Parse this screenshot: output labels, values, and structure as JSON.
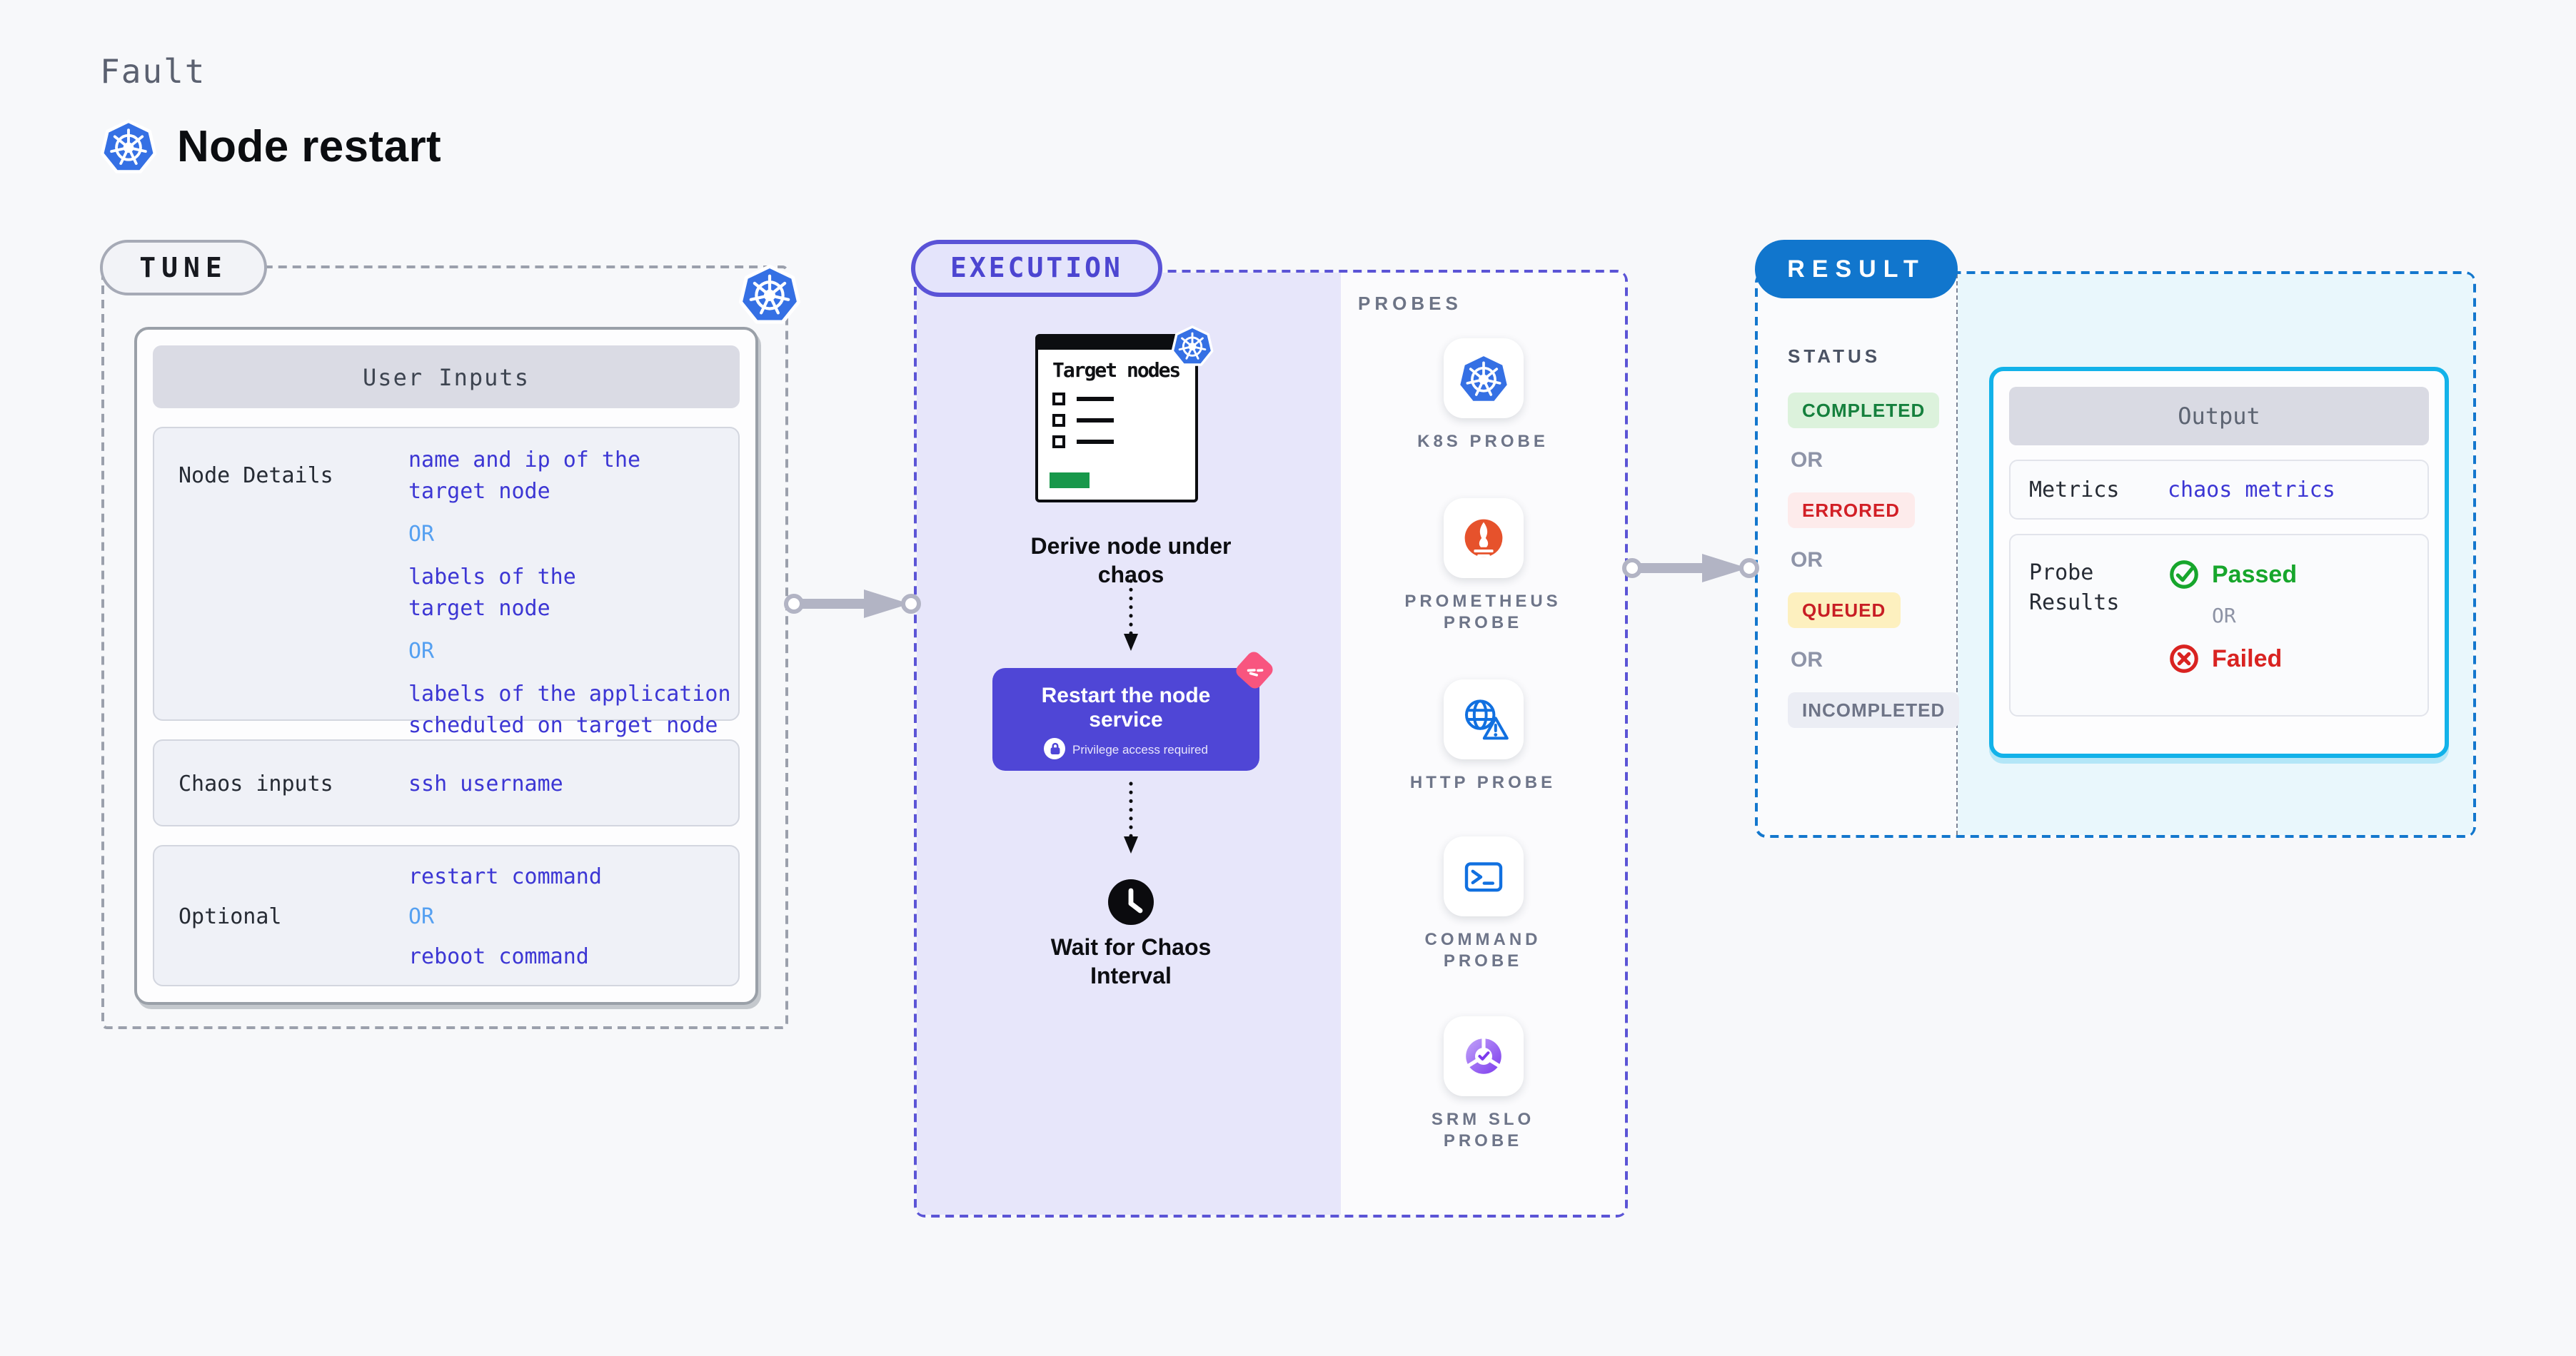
{
  "page": {
    "kicker": "Fault",
    "title": "Node restart"
  },
  "tune": {
    "badge": "TUNE",
    "table_header": "User Inputs",
    "rows": [
      {
        "label": "Node Details",
        "lines": [
          "name and ip of the",
          "target node",
          "OR",
          "labels of the",
          "target node",
          "OR",
          "labels of the application",
          "scheduled on target node"
        ]
      },
      {
        "label": "Chaos inputs",
        "lines": [
          "ssh username"
        ]
      },
      {
        "label": "Optional",
        "lines": [
          "restart command",
          "OR",
          "reboot command"
        ]
      }
    ]
  },
  "execution": {
    "badge": "EXECUTION",
    "target_card_title": "Target nodes",
    "step1": "Derive node under chaos",
    "step2_title": "Restart the node service",
    "step2_note": "Privilege access required",
    "step3": "Wait for Chaos Interval"
  },
  "probes": {
    "header": "PROBES",
    "items": [
      {
        "label": "K8S PROBE",
        "icon": "kubernetes-logo"
      },
      {
        "label": "PROMETHEUS PROBE",
        "icon": "prometheus-flame"
      },
      {
        "label": "HTTP PROBE",
        "icon": "globe-alert"
      },
      {
        "label": "COMMAND PROBE",
        "icon": "terminal"
      },
      {
        "label": "SRM SLO PROBE",
        "icon": "slo-gauge"
      }
    ]
  },
  "result": {
    "badge": "RESULT",
    "status_header": "STATUS",
    "or_label": "OR",
    "statuses": [
      {
        "label": "COMPLETED",
        "fg": "#15803d",
        "bg": "#dcf2dc"
      },
      {
        "label": "ERRORED",
        "fg": "#d21f26",
        "bg": "#fdebeb"
      },
      {
        "label": "QUEUED",
        "fg": "#c81e25",
        "bg": "#fdf0bf"
      },
      {
        "label": "INCOMPLETED",
        "fg": "#6e7487",
        "bg": "#ebedf4"
      }
    ],
    "output": {
      "header": "Output",
      "metrics_label": "Metrics",
      "metrics_value": "chaos metrics",
      "probe_results_label": "Probe Results",
      "passed": "Passed",
      "or_label": "OR",
      "failed": "Failed"
    }
  },
  "colors": {
    "page_bg": "#f7f8fa",
    "kubernetes_blue": "#3570e4",
    "tune_border": "#9ba0ac",
    "execution_accent": "#5a53d7",
    "execution_fill": "#e7e6fa",
    "restart_card": "#4f46d6",
    "pink_badge": "#f8557f",
    "result_accent": "#1176cd",
    "result_fill": "#e9f7fc",
    "output_border": "#12b2e9",
    "value_blue": "#3c36d4",
    "or_light_blue": "#55a0f1",
    "passed_green": "#17a62c",
    "failed_red": "#d92321",
    "prometheus_orange": "#e6522c",
    "green_bar": "#18984b"
  }
}
